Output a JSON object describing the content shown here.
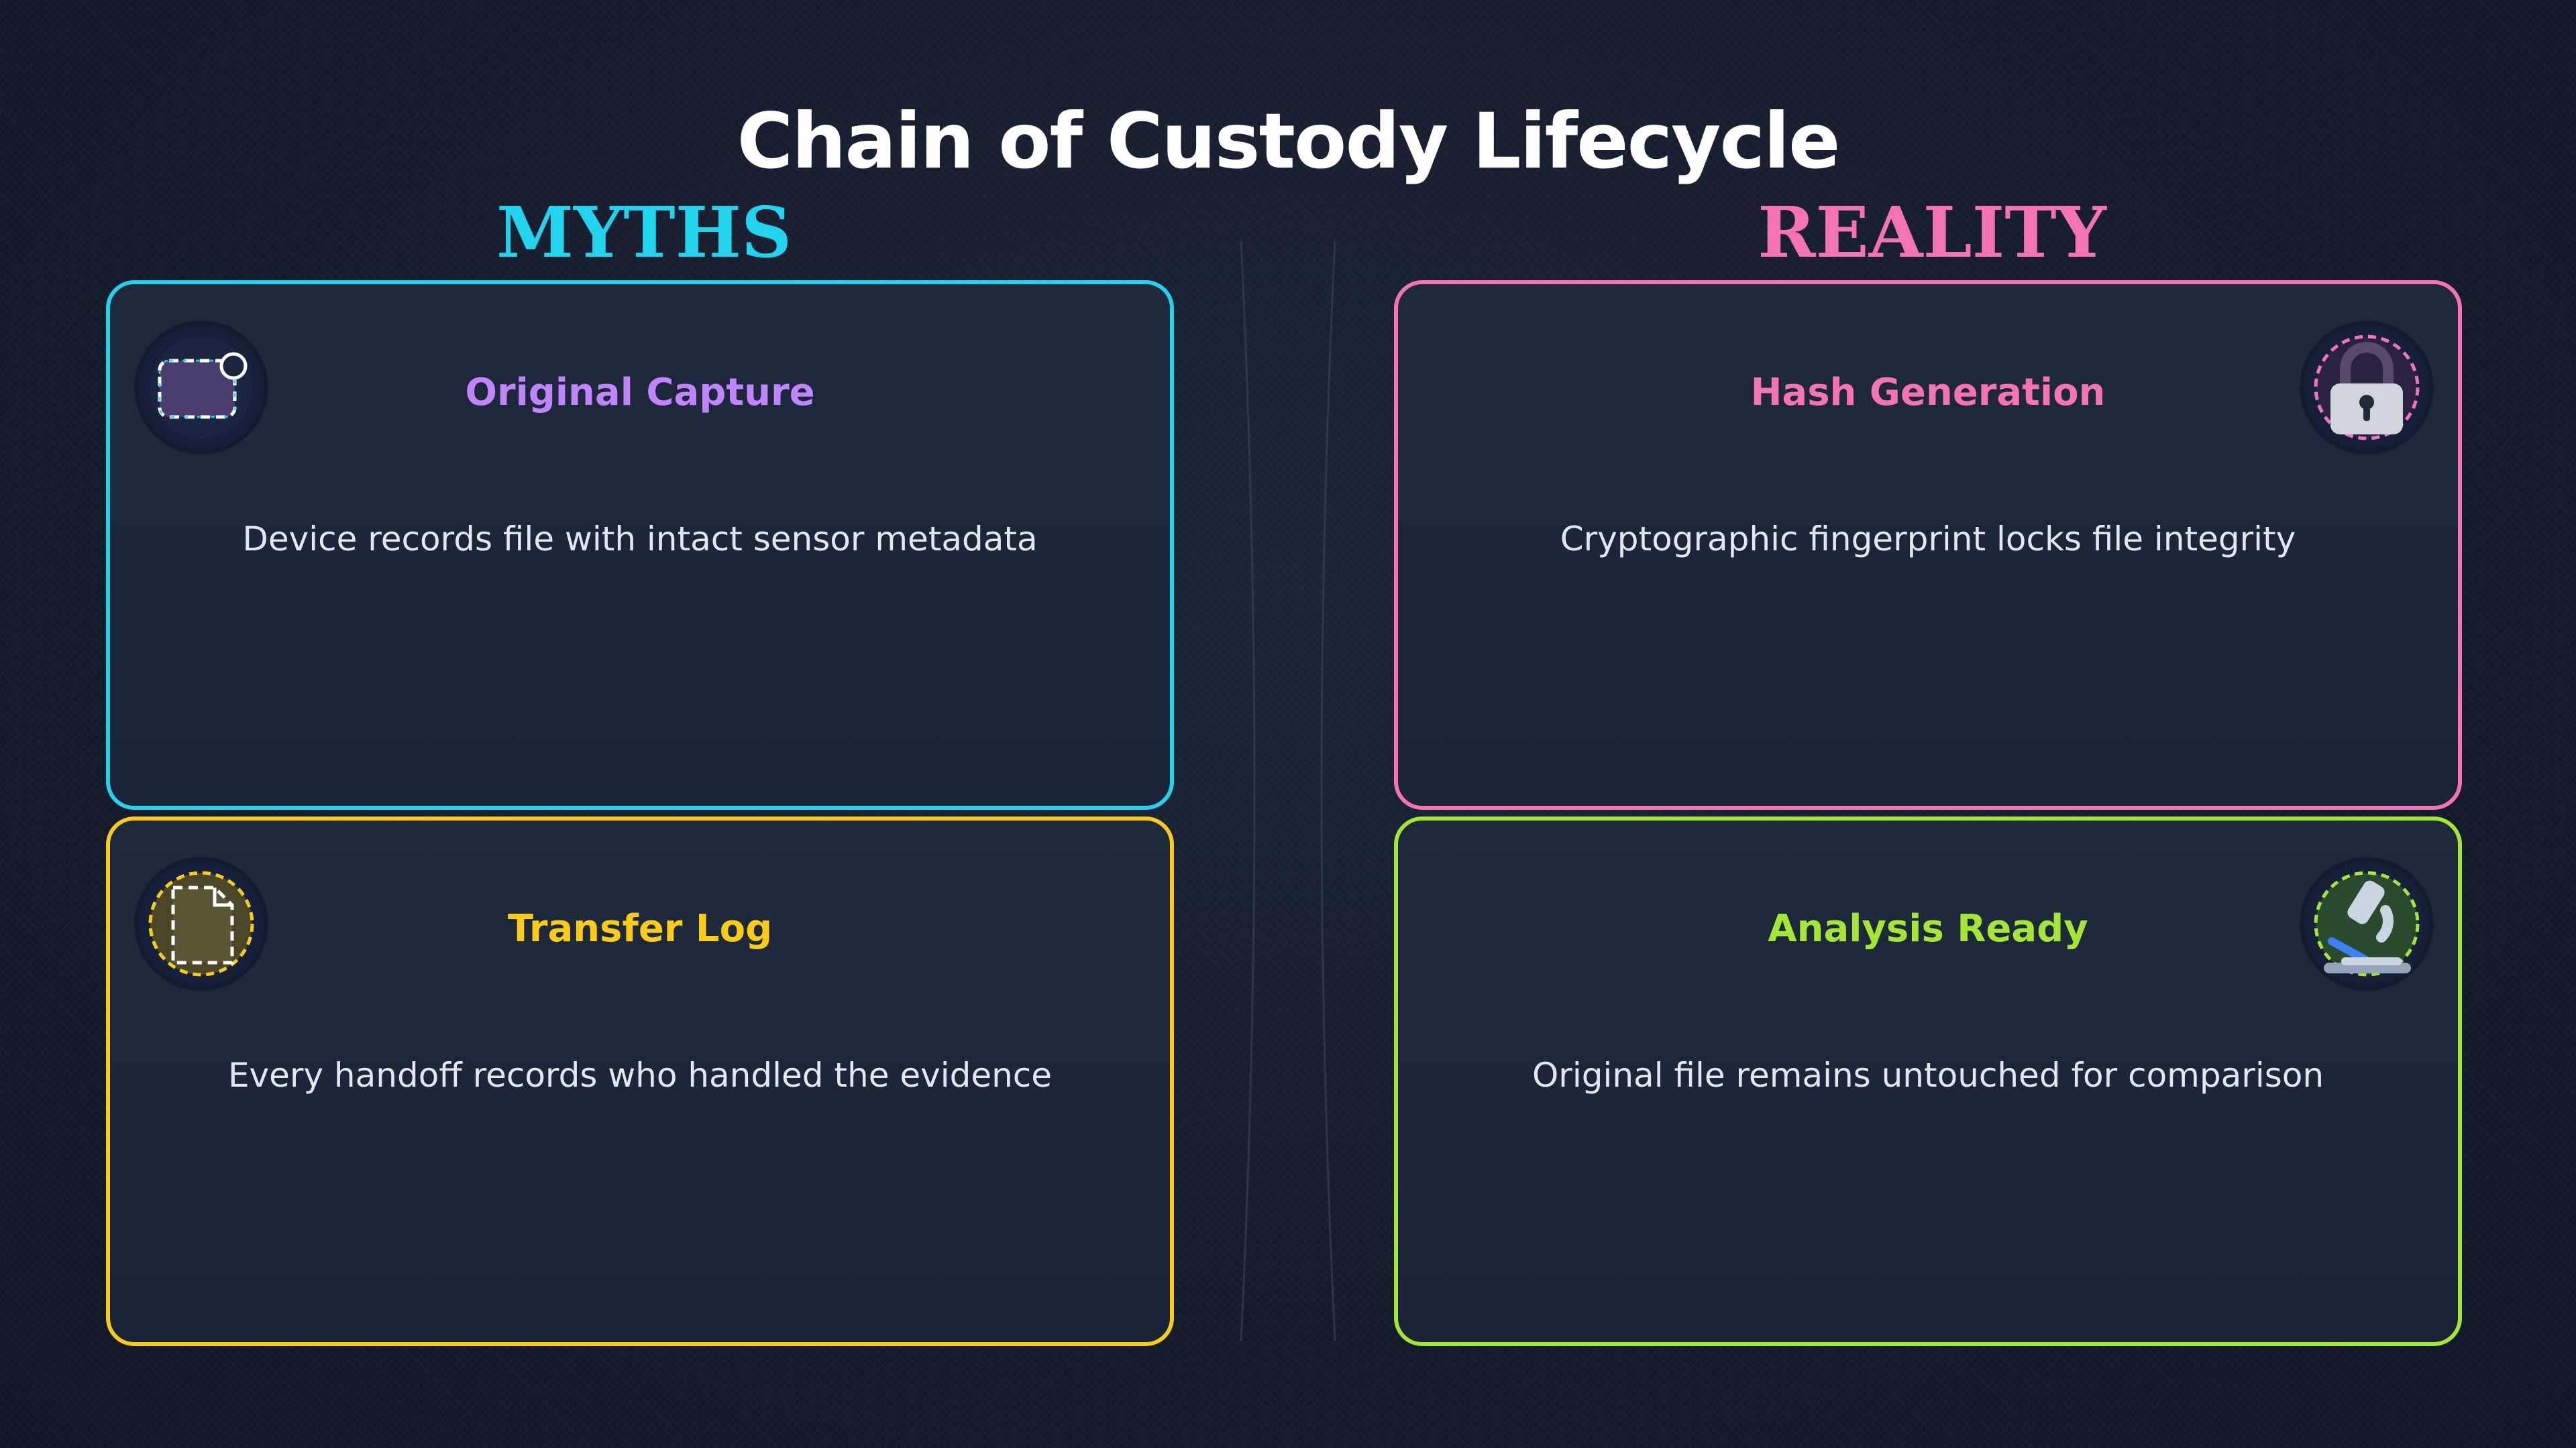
{
  "title": "Chain of Custody Lifecycle",
  "columns": {
    "left": "MYTHS",
    "right": "REALITY"
  },
  "cards": [
    {
      "title": "Original Capture",
      "description": "Device records file with intact sensor metadata",
      "icon": "camera-capture-icon",
      "border_color": "#22d3ee",
      "title_color": "#c084fc"
    },
    {
      "title": "Hash Generation",
      "description": "Cryptographic fingerprint locks file integrity",
      "icon": "lock-icon",
      "border_color": "#f472b6",
      "title_color": "#f472b6"
    },
    {
      "title": "Transfer Log",
      "description": "Every handoff records who handled the evidence",
      "icon": "document-icon",
      "border_color": "#facc15",
      "title_color": "#facc15"
    },
    {
      "title": "Analysis Ready",
      "description": "Original file remains untouched for comparison",
      "icon": "microscope-icon",
      "border_color": "#a3e635",
      "title_color": "#a3e635"
    }
  ]
}
